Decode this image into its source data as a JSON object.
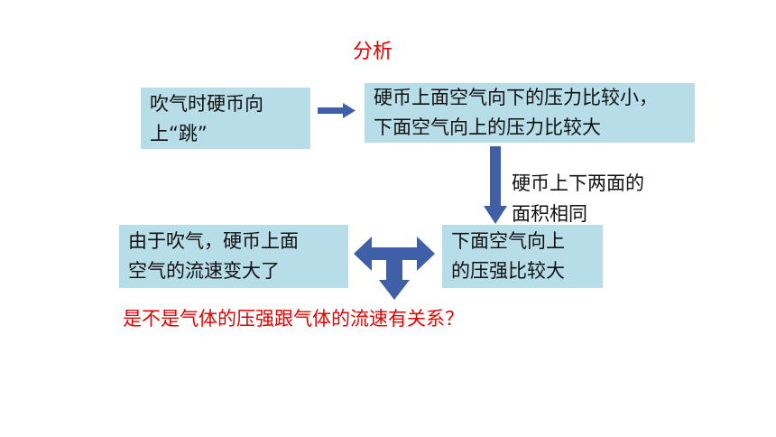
{
  "title": "分析",
  "boxes": {
    "top_left": {
      "lines": [
        "吹气时硬币向",
        "上“跳”"
      ]
    },
    "top_right": {
      "lines": [
        "硬币上面空气向下的压力比较小，",
        "下面空气向上的压力比较大"
      ]
    },
    "bottom_left": {
      "lines": [
        "由于吹气，硬币上面",
        "空气的流速变大了"
      ]
    },
    "bottom_right": {
      "lines": [
        "下面空气向上",
        "的压强比较大"
      ]
    }
  },
  "side_note": {
    "lines": [
      "硬币上下两面的",
      "面积相同"
    ]
  },
  "question": "是不是气体的压强跟气体的流速有关系？",
  "colors": {
    "box_fill": "#b6dde8",
    "arrow": "#3f5fa6",
    "accent_red": "#e60000"
  }
}
